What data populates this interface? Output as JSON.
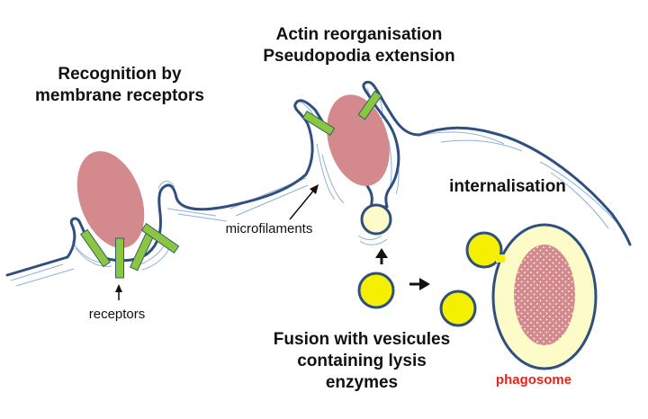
{
  "labels": {
    "recognition": [
      "Recognition by",
      "membrane receptors"
    ],
    "actin": [
      "Actin reorganisation",
      "Pseudopodia extension"
    ],
    "internalisation": "internalisation",
    "receptors": "receptors",
    "microfilaments": "microfilaments",
    "fusion": [
      "Fusion with vesicules",
      "containing lysis",
      "enzymes"
    ],
    "phagosome": "phagosome"
  },
  "colors": {
    "membrane": "#2f4f7f",
    "filament": "#8fb0d8",
    "bacterium": "#d48a8c",
    "receptor_fill": "#8cc63f",
    "receptor_stroke": "#2f5f6f",
    "vesicle_fill": "#f5f000",
    "vesicle_pale": "#fdfbc8",
    "phagosome_fill": "#fdfbc8",
    "phagosome_label": "#e8231a",
    "text": "#111111"
  }
}
